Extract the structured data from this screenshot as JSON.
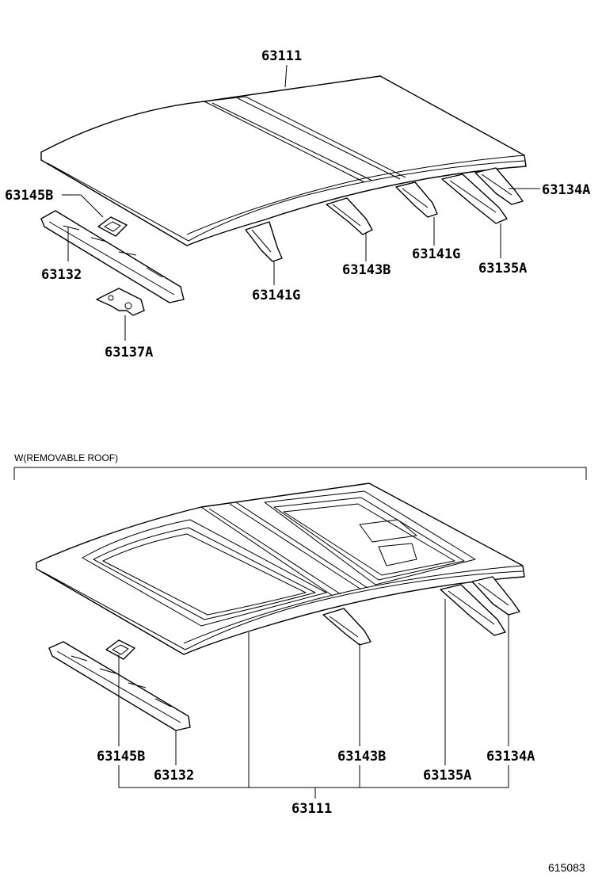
{
  "top": {
    "labels": {
      "roof_panel": "63111",
      "bow_right": "63134A",
      "reinf_left": "63145B",
      "header_front": "63132",
      "bow_mid_right": "63141G",
      "bow_mid": "63143B",
      "bow_rear": "63135A",
      "bow_front": "63141G",
      "bracket": "63137A"
    }
  },
  "bottom": {
    "section_title": "W(REMOVABLE ROOF)",
    "labels": {
      "reinf_left": "63145B",
      "header_front": "63132",
      "bow_mid": "63143B",
      "bow_rear": "63135A",
      "bow_right": "63134A",
      "roof_panel": "63111"
    }
  },
  "figure_id": "615083"
}
